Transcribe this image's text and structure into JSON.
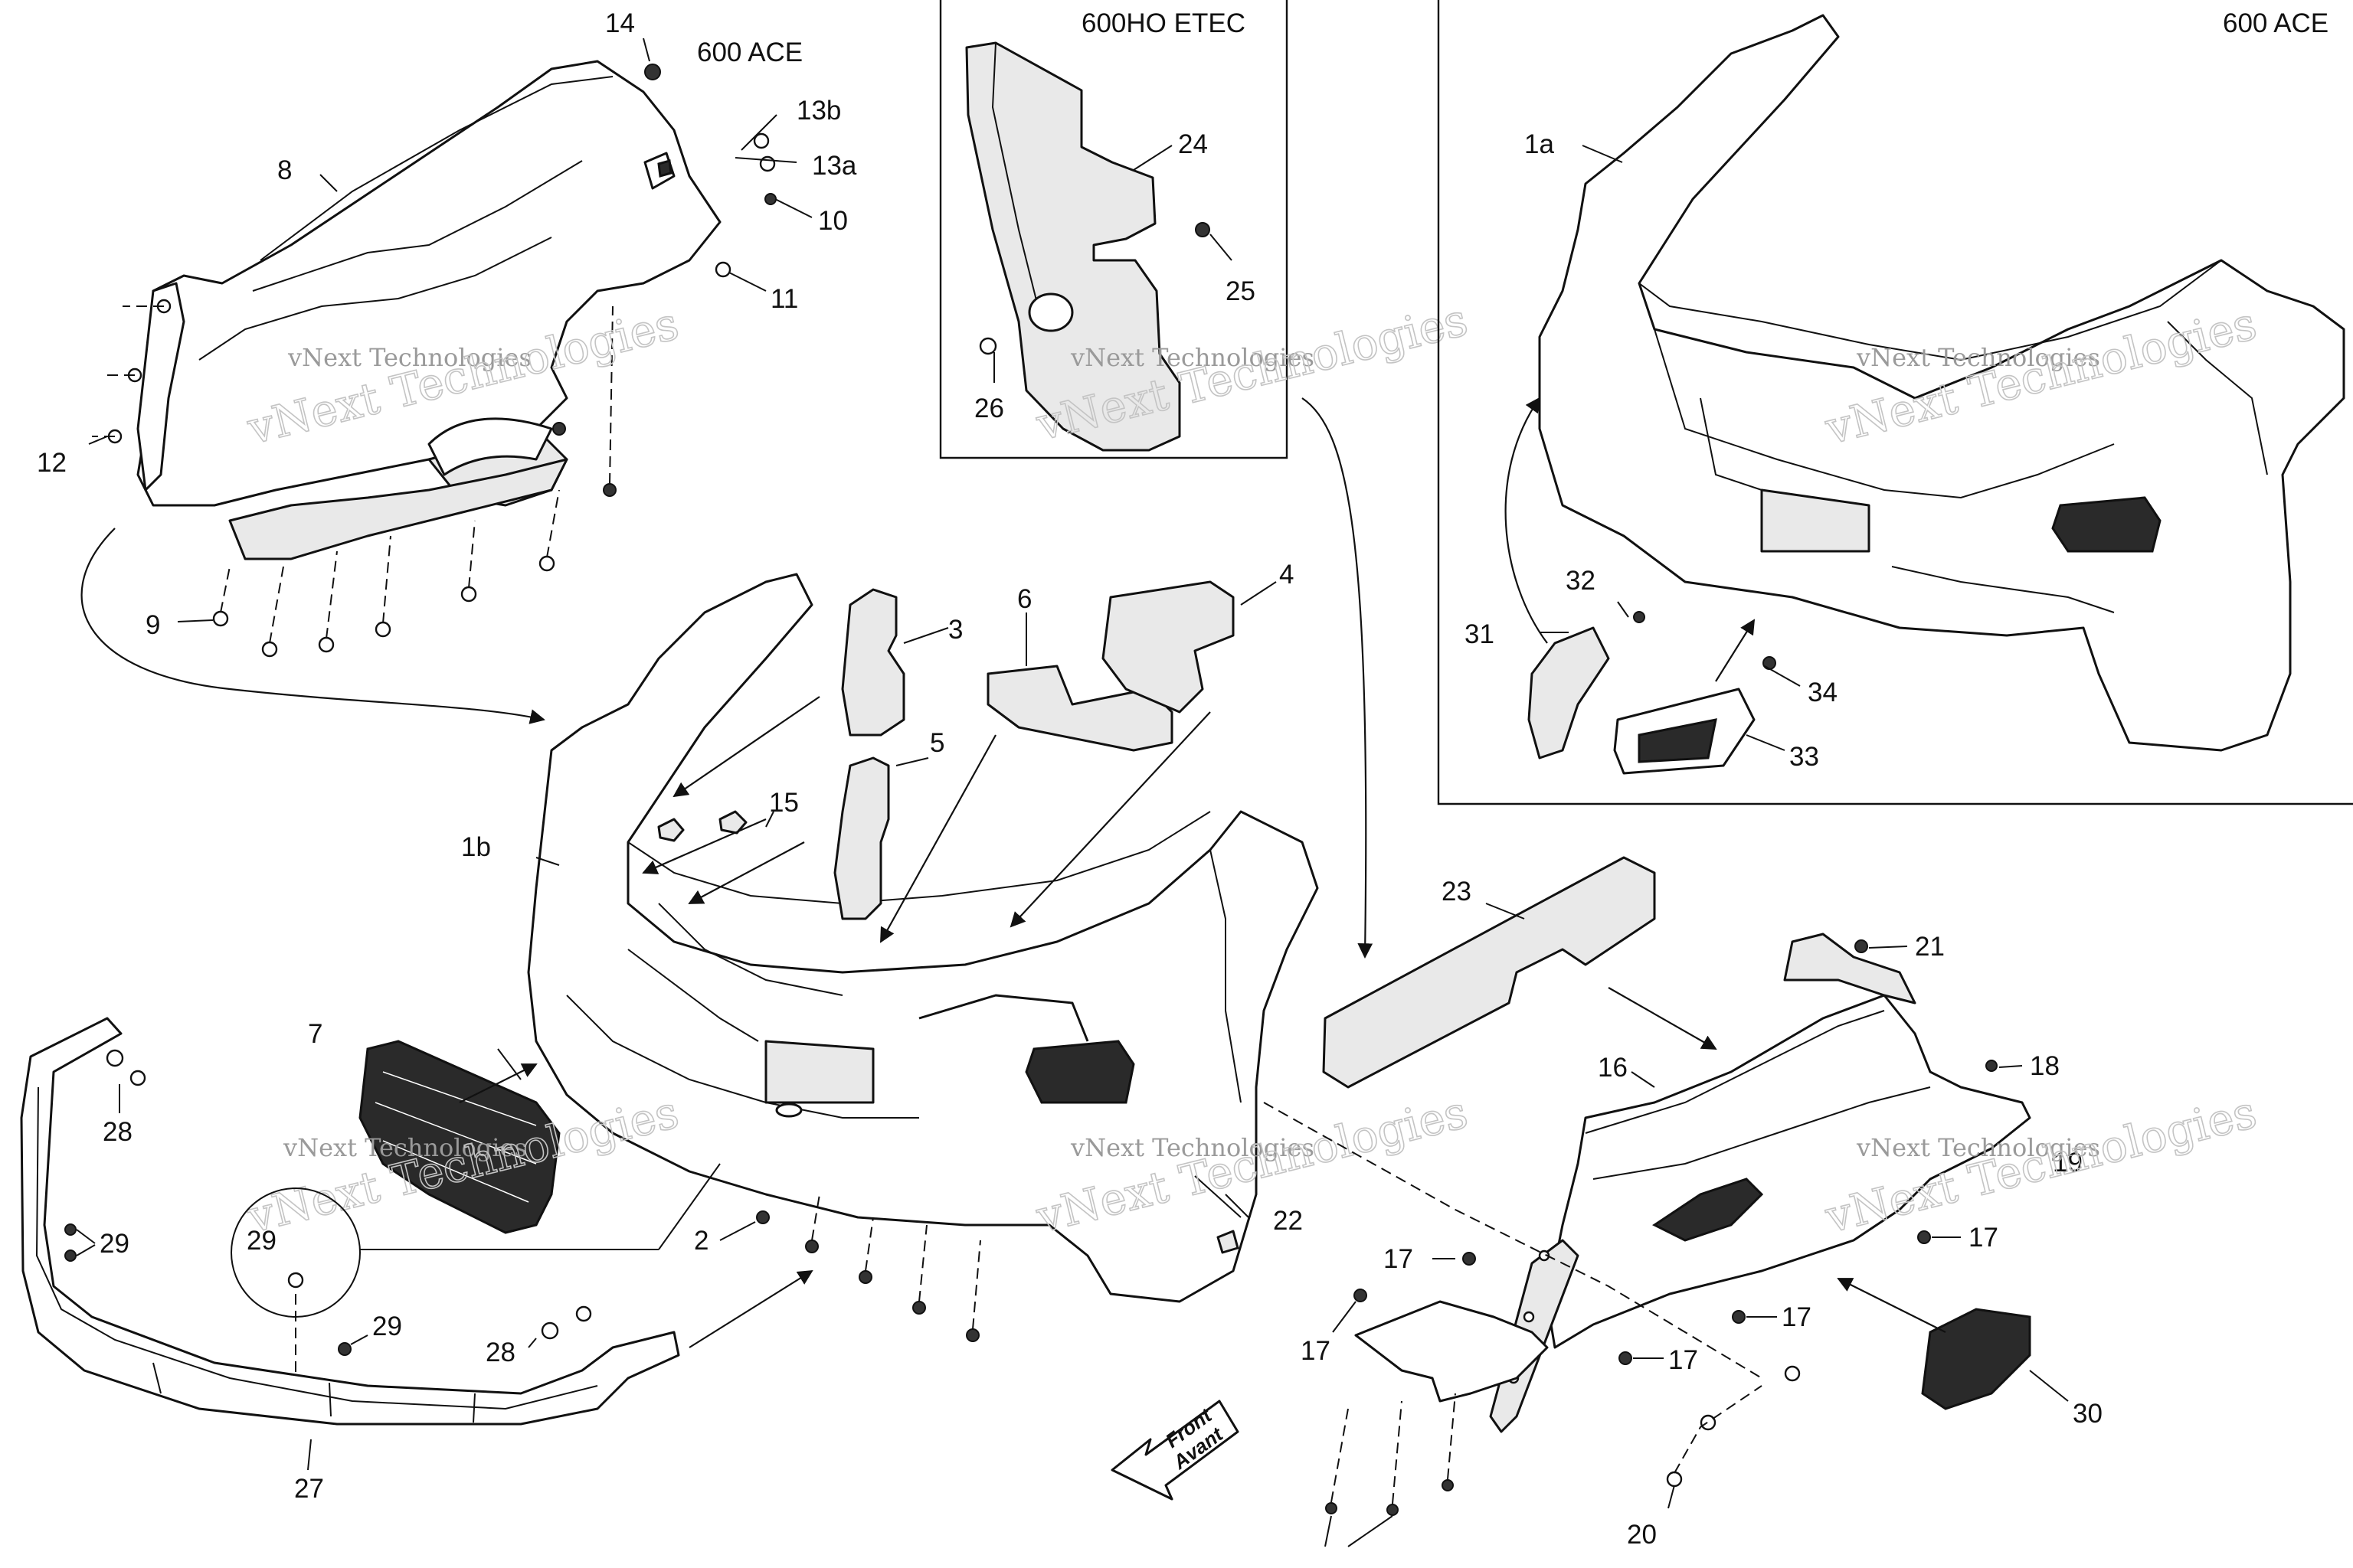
{
  "headers": {
    "etec": "600HO ETEC",
    "ace": "600 ACE",
    "ace_small": "600 ACE"
  },
  "front_arrow": {
    "line1": "Front",
    "line2": "Avant"
  },
  "watermark": {
    "small": "vNext Technologies",
    "large": "vNext Technologies"
  },
  "labels": {
    "l1a": "1a",
    "l1b": "1b",
    "l2": "2",
    "l3": "3",
    "l4": "4",
    "l5": "5",
    "l6": "6",
    "l7": "7",
    "l8": "8",
    "l9": "9",
    "l10": "10",
    "l11": "11",
    "l12": "12",
    "l13a": "13a",
    "l13b": "13b",
    "l14": "14",
    "l15": "15",
    "l16": "16",
    "l17a": "17",
    "l17b": "17",
    "l17c": "17",
    "l17d": "17",
    "l17e": "17",
    "l18": "18",
    "l19": "19",
    "l20": "20",
    "l21": "21",
    "l22": "22",
    "l23": "23",
    "l24": "24",
    "l25": "25",
    "l26": "26",
    "l27": "27",
    "l28a": "28",
    "l28b": "28",
    "l29a": "29",
    "l29b": "29",
    "l29c": "29",
    "l30": "30",
    "l31": "31",
    "l32": "32",
    "l33": "33",
    "l34": "34"
  }
}
